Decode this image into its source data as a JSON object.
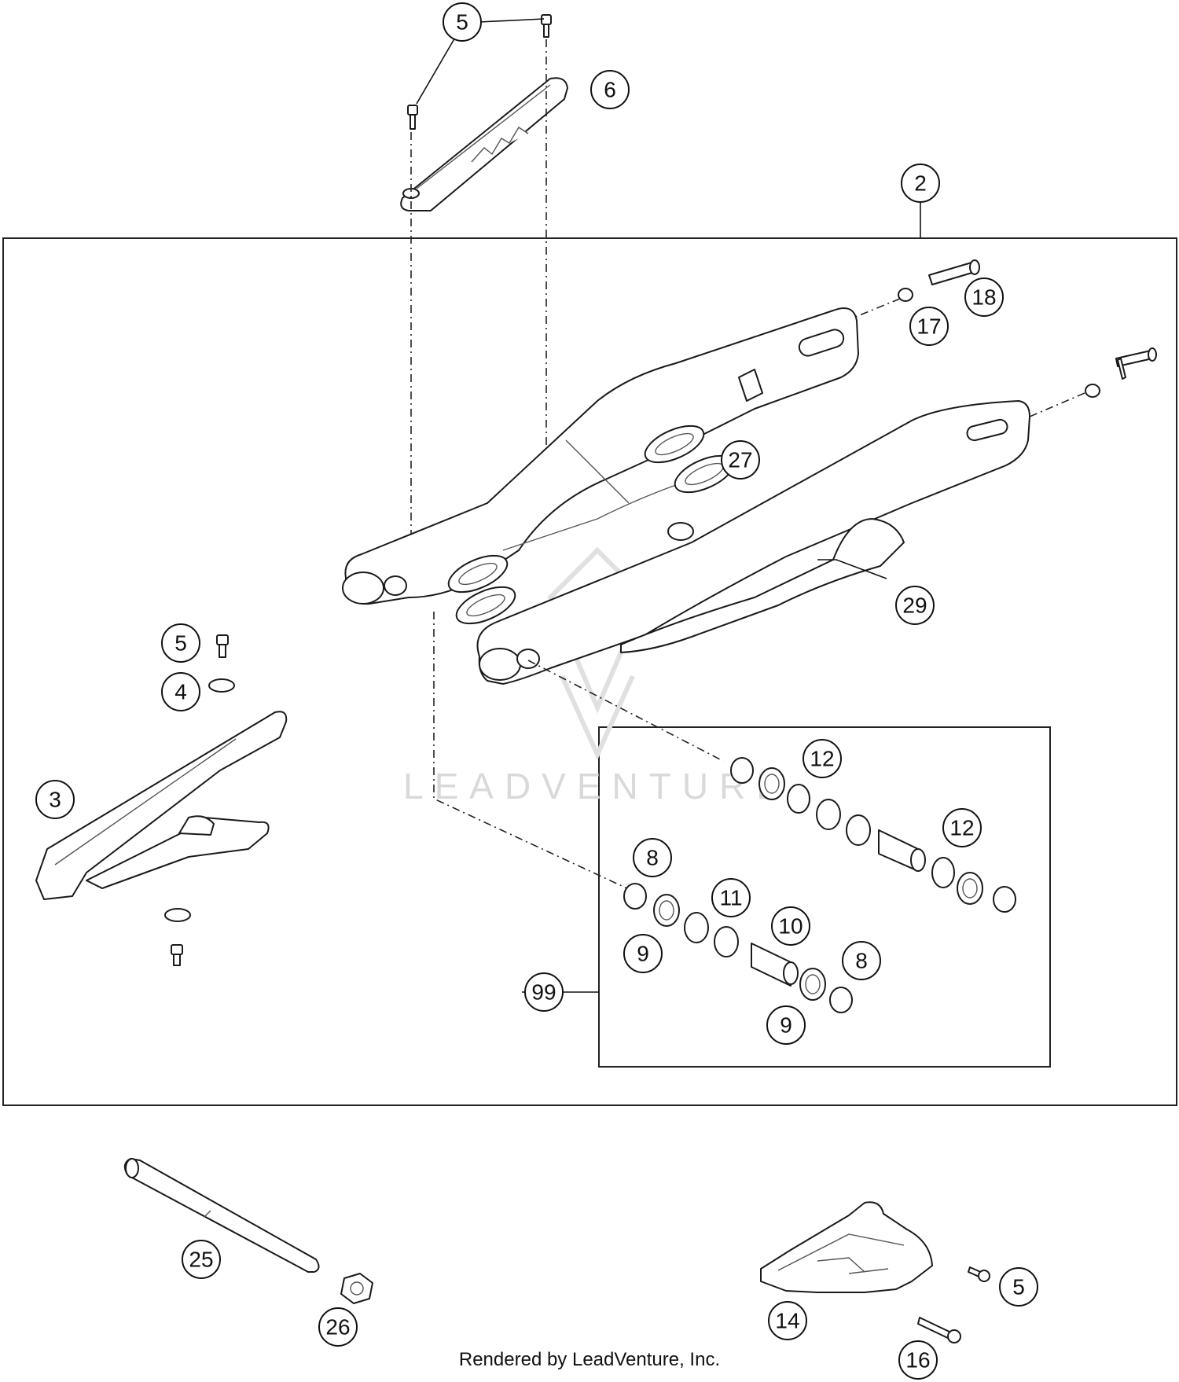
{
  "diagram": {
    "callouts": [
      "5",
      "6",
      "2",
      "18",
      "17",
      "27",
      "29",
      "5",
      "4",
      "3",
      "12",
      "12",
      "8",
      "11",
      "10",
      "9",
      "8",
      "99",
      "9",
      "25",
      "26",
      "14",
      "5",
      "16"
    ],
    "watermark": "LEADVENTURE",
    "credit": "Rendered by LeadVenture, Inc."
  }
}
